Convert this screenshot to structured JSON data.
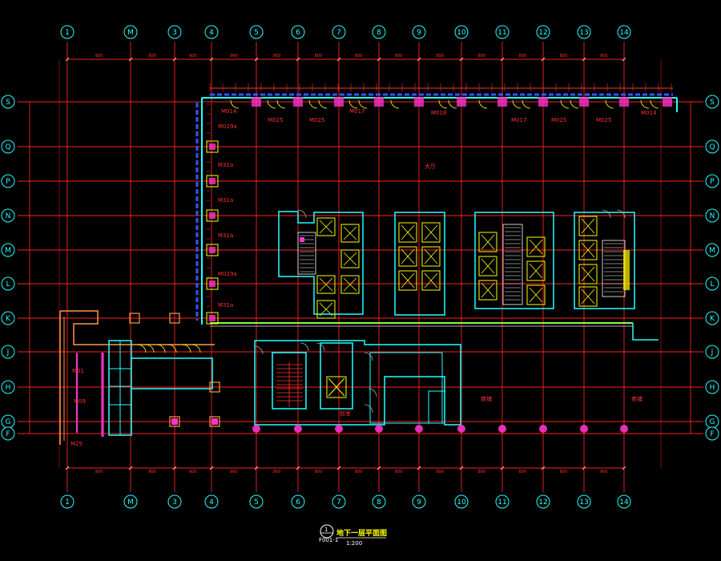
{
  "grid": {
    "columns": [
      "1",
      "M",
      "3",
      "4",
      "5",
      "6",
      "7",
      "8",
      "9",
      "10",
      "11",
      "12",
      "13",
      "14"
    ],
    "rows": [
      "S",
      "Q",
      "P",
      "N",
      "M",
      "L",
      "K",
      "J",
      "H",
      "G",
      "F"
    ]
  },
  "dimensions": {
    "top_row": [
      "900",
      "800",
      "600",
      "900",
      "800",
      "800",
      "800",
      "800",
      "800",
      "800",
      "800",
      "800",
      "900"
    ],
    "bottom_row": [
      "900",
      "800",
      "600",
      "900",
      "800",
      "800",
      "800",
      "800",
      "800",
      "800",
      "800",
      "800",
      "900"
    ]
  },
  "doors": {
    "north": [
      "M014",
      "M025",
      "M025",
      "M017",
      "M018",
      "M017",
      "M025",
      "M025",
      "M014"
    ],
    "west": [
      "M029a",
      "M31a",
      "M31a",
      "M31a",
      "M029a",
      "M31a"
    ],
    "south_west": [
      "M01",
      "M09",
      "M25"
    ]
  },
  "rooms": {
    "hall": "大厅",
    "shop_a": "商铺",
    "shop_b": "商铺",
    "stair_lobby": "前室"
  },
  "title": {
    "number": "1",
    "sheet": "F001-1",
    "name": "地下一层平面图",
    "scale": "1:200"
  },
  "colors": {
    "grid_line": "#ff2020",
    "axis_bubble": "#22ffff",
    "wall": "#22ffff",
    "window": "#3355ff",
    "door_arc": "#ffff00",
    "column": "#ff33cc",
    "dimension": "#ff3333",
    "title": "#ffff00",
    "background": "#000000"
  }
}
